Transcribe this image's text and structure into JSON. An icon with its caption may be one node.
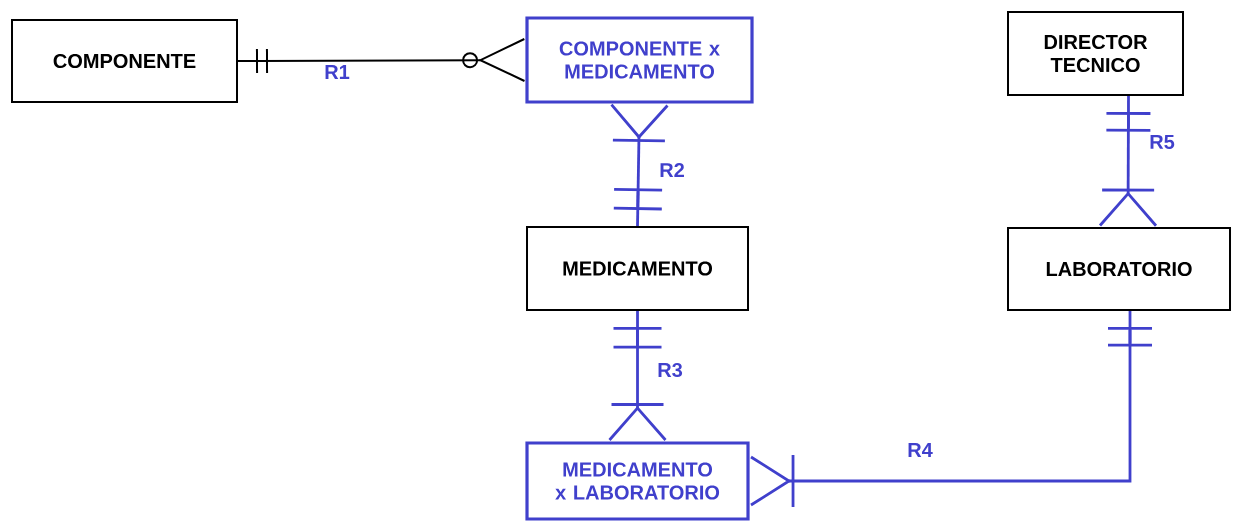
{
  "diagram": {
    "nodes": [
      {
        "text": [
          "COMPONENTE"
        ]
      },
      {
        "text": [
          "COMPONENTE x MEDICAMENTO"
        ]
      },
      {
        "text": [
          "DIRECTOR TECNICO"
        ]
      },
      {
        "text": [
          "MEDICAMENTO"
        ]
      },
      {
        "text": [
          "LABORATORIO"
        ]
      },
      {
        "text": [
          "MEDICAMENTO x LABORATORIO"
        ]
      }
    ],
    "edges": [
      {
        "from": 0,
        "to": 1,
        "arrow": "other",
        "label": "R1",
        "color": "#000000"
      },
      {
        "from": 1,
        "to": 3,
        "arrow": "other",
        "label": "R2"
      },
      {
        "from": 3,
        "to": 5,
        "arrow": "other",
        "label": "R3"
      },
      {
        "from": 5,
        "to": 4,
        "arrow": "other",
        "label": "R4"
      },
      {
        "from": 2,
        "to": 4,
        "arrow": "other",
        "label": "R5"
      }
    ]
  }
}
